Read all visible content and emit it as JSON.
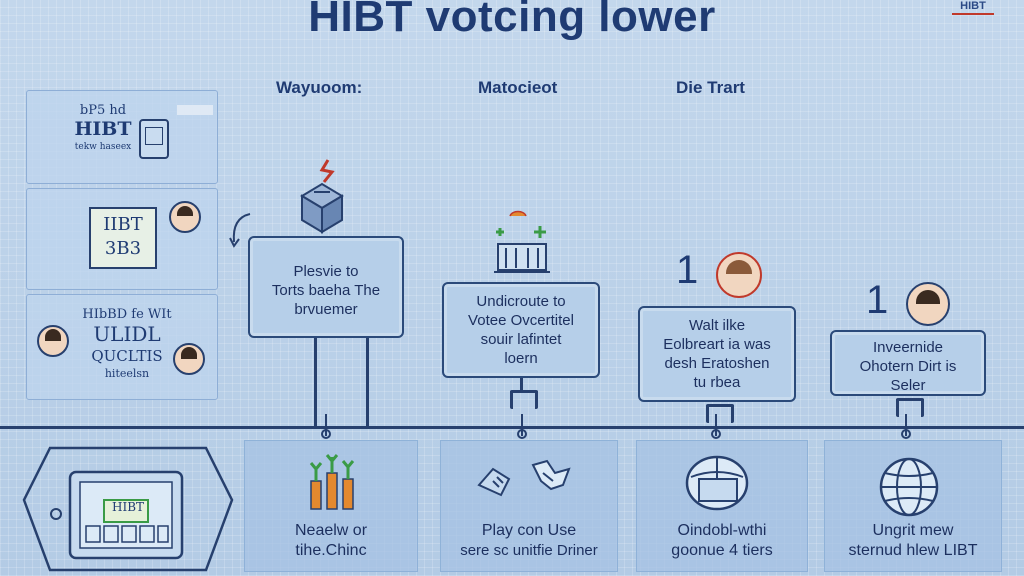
{
  "title": "HIBT votcing lower",
  "logo": "HIBT",
  "columns": {
    "col1": "Wayuoom:",
    "col2": "Matocieot",
    "col3": "Die Trart"
  },
  "side_panels": {
    "panel1": [
      "bP5 hd",
      "HIBT",
      "tekw haseex"
    ],
    "panel2": "IIBT 3B3",
    "panel3": [
      "HIbBD fe WIt",
      "ULIDL",
      "QUCLTIS",
      "hiteelsn"
    ]
  },
  "flow_boxes": [
    {
      "lines": [
        "Plesvie to",
        "Torts baeha The",
        "brvuemer"
      ]
    },
    {
      "lines": [
        "Undicroute to",
        "Votee Ovcertitel",
        "souir lafintet",
        "loern"
      ]
    },
    {
      "lines": [
        "Walt ilke",
        "Eolbreart ia was",
        "desh Eratoshen",
        "tu rbea"
      ]
    },
    {
      "lines": [
        "Inveernide",
        "Ohotern Dirt is",
        "Seler"
      ]
    }
  ],
  "numbers": [
    "1",
    "1"
  ],
  "bottom_cards": [
    {
      "lines": [
        "Neaelw or",
        "tihe.Chinc"
      ]
    },
    {
      "lines": [
        "Play con Use",
        "sere sc unitfie Driner"
      ]
    },
    {
      "lines": [
        "Oindobl-wthi",
        "goonue 4 tiers"
      ]
    },
    {
      "lines": [
        "Ungrit mew",
        "sternud hlew LIBT"
      ]
    }
  ],
  "device_label": "HIBT",
  "colors": {
    "background": "#b9d0e8",
    "primary": "#1f3b73",
    "accent": "#c0392b",
    "green": "#3a9b46",
    "orange": "#e3892f"
  }
}
